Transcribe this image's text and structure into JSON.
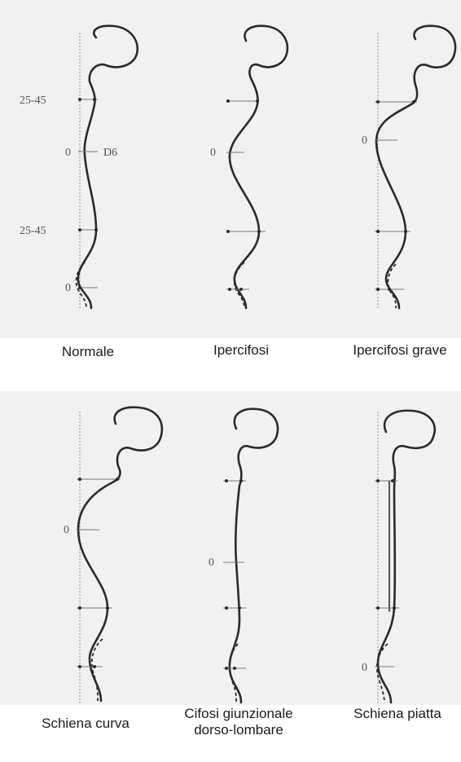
{
  "panels": [
    {
      "id": "normale",
      "caption": "Normale"
    },
    {
      "id": "ipercifosi",
      "caption": "Ipercifosi"
    },
    {
      "id": "ipercifosi-grave",
      "caption": "Ipercifosi grave"
    },
    {
      "id": "schiena-curva",
      "caption": "Schiena curva"
    },
    {
      "id": "cifosi-giunzionale",
      "caption": "Cifosi giunzionale dorso-lombare",
      "caption_lines": [
        "Cifosi giunzionale",
        "dorso-lombare"
      ]
    },
    {
      "id": "schiena-piatta",
      "caption": "Schiena piatta"
    }
  ],
  "level_labels": {
    "upper": "25-45",
    "middle": "0",
    "vertebra": "D6",
    "lower": "25-45",
    "bottom": "0"
  },
  "panel_labels": {
    "ipercifosi_zero": "0",
    "ipercifosi_grave_zero": "0",
    "schiena_curva_zero": "0",
    "cifosi_giunzionale_zero": "0",
    "schiena_piatta_zero": "0"
  }
}
